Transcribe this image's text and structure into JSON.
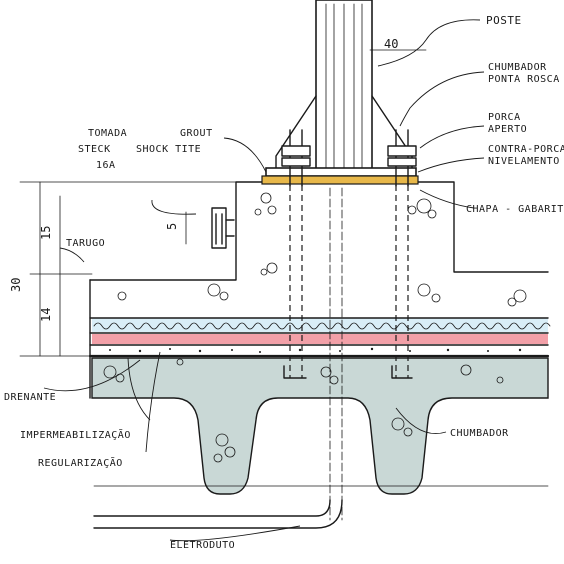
{
  "labels": {
    "poste": "POSTE",
    "chumbador_ponta_rosca_1": "CHUMBADOR",
    "chumbador_ponta_rosca_2": "PONTA ROSCA",
    "porca_aperto_1": "PORCA",
    "porca_aperto_2": "APERTO",
    "contra_porca_1": "CONTRA-PORCA",
    "contra_porca_2": "NIVELAMENTO",
    "chapa_gabarito": "CHAPA - GABARITO",
    "tomada_1": "TOMADA",
    "tomada_2": "STECK",
    "tomada_3": "16A",
    "grout_1": "GROUT",
    "grout_2": "SHOCK TITE",
    "tarugo": "TARUGO",
    "drenante": "DRENANTE",
    "impermeabilizacao": "IMPERMEABILIZAÇÃO",
    "regularizacao": "REGULARIZAÇÃO",
    "chumbador": "CHUMBADOR",
    "eletroduto": "ELETRODUTO"
  },
  "dimensions": {
    "d40": "40",
    "d15": "15",
    "d30": "30",
    "d14": "14",
    "d5": "5"
  },
  "colors": {
    "ink": "#1a1a1a",
    "grout": "#e8b84a",
    "waterproof_red": "#f2a0a8",
    "drain_blue": "#7cc8e8",
    "slab_fill": "#c9d8d6"
  }
}
